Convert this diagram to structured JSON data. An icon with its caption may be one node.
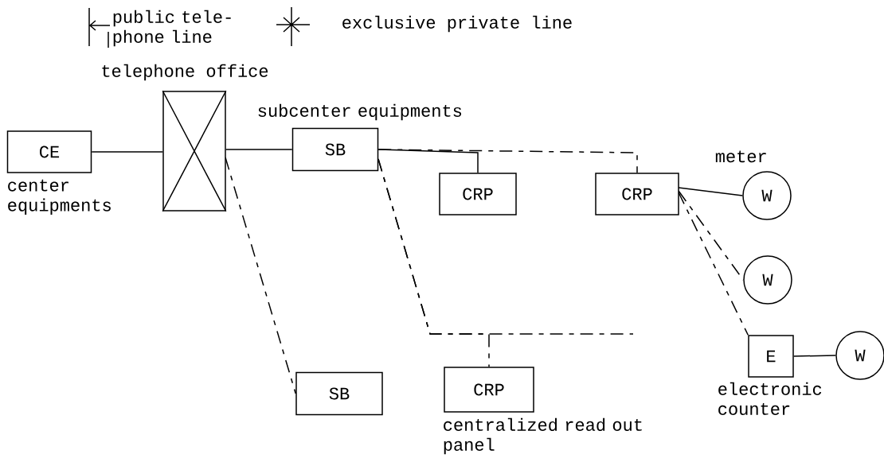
{
  "diagram": {
    "nodes": [
      {
        "text": [
          "CE"
        ],
        "beside": [
          "center equipments"
        ]
      },
      {
        "text": [
          "telephone office"
        ]
      },
      {
        "text": [
          "SB"
        ],
        "beside": [
          "subcenter equipments"
        ]
      },
      {
        "text": [
          "CRP"
        ]
      },
      {
        "text": [
          "CRP"
        ]
      },
      {
        "text": [
          "W"
        ],
        "beside": [
          "meter"
        ]
      },
      {
        "text": [
          "W"
        ]
      },
      {
        "text": [
          "SB"
        ]
      },
      {
        "text": [
          "CRP"
        ],
        "beside": [
          "centralized read out panel"
        ]
      },
      {
        "text": [
          "E"
        ],
        "beside": [
          "electronic counter"
        ]
      },
      {
        "text": [
          "W"
        ]
      }
    ],
    "edges": [
      {
        "from": 0,
        "to": 1,
        "arrow": "none"
      },
      {
        "from": 1,
        "to": 2,
        "arrow": "none"
      },
      {
        "from": 1,
        "to": 7,
        "arrow": "none",
        "style": "dashed"
      },
      {
        "from": 2,
        "to": 3,
        "arrow": "none"
      },
      {
        "from": 2,
        "to": 4,
        "arrow": "none",
        "style": "dashed"
      },
      {
        "from": 2,
        "to": 8,
        "arrow": "none",
        "style": "dashed"
      },
      {
        "from": 2,
        "to": null,
        "arrow": "none",
        "style": "dashed"
      },
      {
        "from": 4,
        "to": 5,
        "arrow": "none"
      },
      {
        "from": 4,
        "to": 6,
        "arrow": "none",
        "style": "dashed"
      },
      {
        "from": 4,
        "to": 9,
        "arrow": "none",
        "style": "dashed"
      },
      {
        "from": 9,
        "to": 10,
        "arrow": "none"
      }
    ],
    "legend": [
      {
        "text": "public tele- phone line"
      },
      {
        "text": "exclusive private line"
      }
    ]
  }
}
